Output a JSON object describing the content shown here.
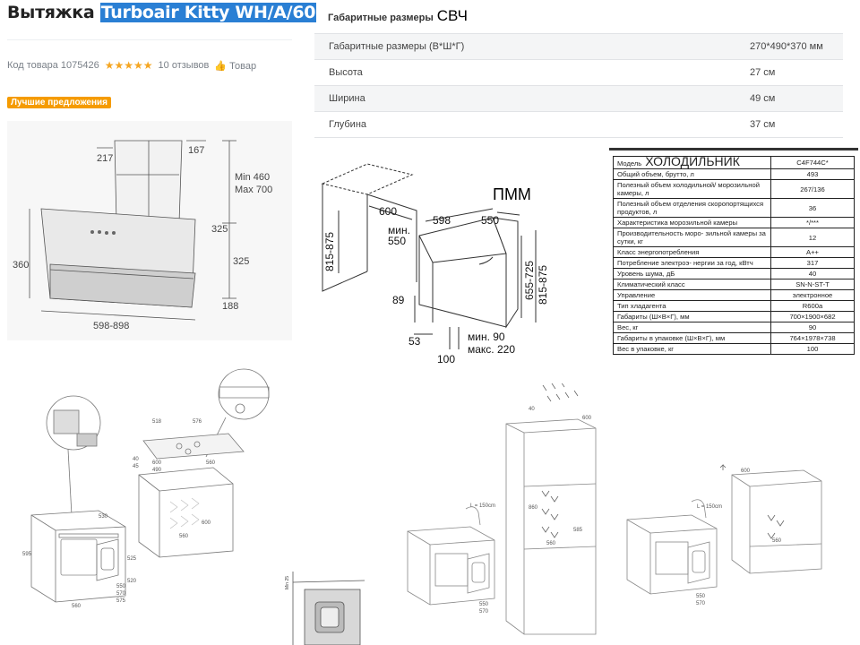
{
  "hood": {
    "title_prefix": "Вытяжка",
    "title_highlight": "Turboair Kitty WH/A/60",
    "product_code": "Код товара 1075426",
    "stars": "★★★★★",
    "reviews": "10 отзывов",
    "wishlist": "Товар",
    "badge": "Лучшие предложения",
    "dims": {
      "d217": "217",
      "d167": "167",
      "min": "Min 460",
      "max": "Max 700",
      "d325a": "325",
      "d360": "360",
      "d325b": "325",
      "d188": "188",
      "width": "598-898"
    }
  },
  "microwave": {
    "header": "Габаритные размеры",
    "tag": "СВЧ",
    "rows": [
      {
        "label": "Габаритные размеры (В*Ш*Г)",
        "value": "270*490*370 мм"
      },
      {
        "label": "Высота",
        "value": "27 см"
      },
      {
        "label": "Ширина",
        "value": "49 см"
      },
      {
        "label": "Глубина",
        "value": "37 см"
      }
    ]
  },
  "dishwasher": {
    "tag": "ПММ",
    "dims": {
      "d600": "600",
      "d598": "598",
      "d550": "550",
      "min550": "мин.",
      "min550v": "550",
      "h815l": "815-875",
      "h655": "655-725",
      "h815r": "815-875",
      "d89": "89",
      "d53": "53",
      "d100": "100",
      "min90": "мин. 90",
      "max220": "макс. 220"
    }
  },
  "fridge": {
    "model_label": "Модель",
    "tag": "ХОЛОДИЛЬНИК",
    "model_value": "C4F744C*",
    "rows": [
      {
        "label": "Общий объем, брутто, л",
        "value": "493"
      },
      {
        "label": "Полезный объем холодильной/ морозильной камеры, л",
        "value": "267/136"
      },
      {
        "label": "Полезный объем отделения скоропортящихся продуктов, л",
        "value": "36"
      },
      {
        "label": "Характеристика морозильной камеры",
        "value": "*/***"
      },
      {
        "label": "Производительность моро- зильной камеры за сутки, кг",
        "value": "12"
      },
      {
        "label": "Класс энергопотребления",
        "value": "A++"
      },
      {
        "label": "Потребление электроэ- нергии за год, кВтч",
        "value": "317"
      },
      {
        "label": "Уровень шума, дБ",
        "value": "40"
      },
      {
        "label": "Климатический класс",
        "value": "SN-N-ST-T"
      },
      {
        "label": "Управление",
        "value": "электронное"
      },
      {
        "label": "Тип хладагента",
        "value": "R600a"
      },
      {
        "label": "Габариты (Ш×В×Г), мм",
        "value": "700×1900×682"
      },
      {
        "label": "Вес, кг",
        "value": "90"
      },
      {
        "label": "Габариты в упаковке (Ш×В×Г), мм",
        "value": "764×1978×738"
      },
      {
        "label": "Вес в упаковке, кг",
        "value": "100"
      }
    ]
  },
  "ovens": {
    "left": {
      "d595": "595",
      "d530": "530",
      "d550": "550",
      "d560": "560",
      "d570": "570",
      "d575": "575",
      "d525": "525",
      "d520": "520"
    },
    "hob": {
      "d518": "518",
      "d576": "576",
      "d600": "600",
      "d490": "490",
      "d560": "560",
      "d45": "45",
      "d40": "40",
      "d600v": "600",
      "d560b": "560"
    },
    "tall": {
      "cable": "L = 150cm",
      "d860": "860",
      "d585": "585",
      "d560": "560",
      "d570": "570",
      "d550": "550",
      "d40": "40",
      "d600": "600"
    },
    "right": {
      "cable": "L = 150cm",
      "d600": "600",
      "d560": "560",
      "d550": "550",
      "d570": "570"
    },
    "corner": {
      "min": "Min 25"
    }
  }
}
